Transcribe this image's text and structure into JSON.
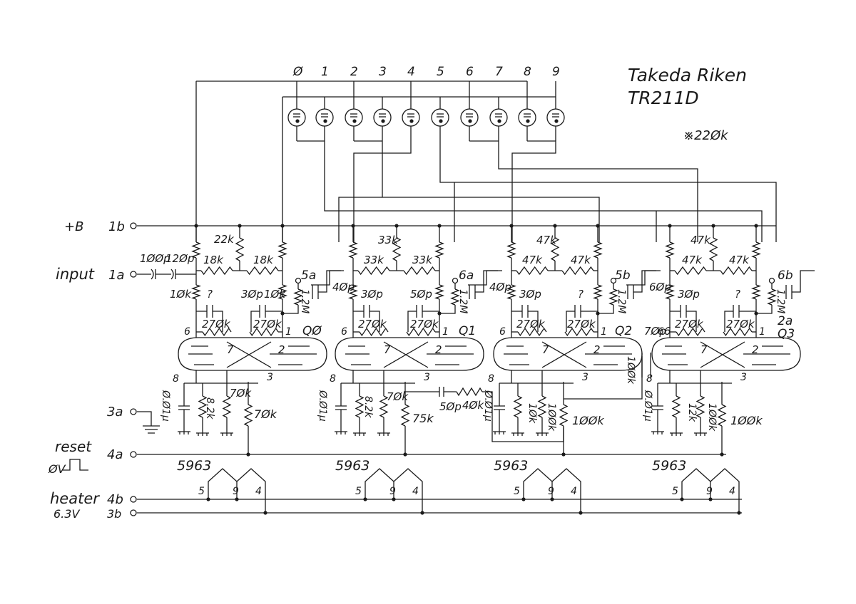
{
  "title": {
    "line1": "Takeda Riken",
    "line2": "TR211D"
  },
  "note": "※22Øk",
  "digits": [
    "Ø",
    "1",
    "2",
    "3",
    "4",
    "5",
    "6",
    "7",
    "8",
    "9"
  ],
  "terminals": {
    "plusB_label": "+B",
    "plusB_pin": "1b",
    "input_label": "input",
    "input_pin": "1a",
    "gnd_pin": "3a",
    "reset_label": "reset",
    "reset_pulse": "ØV",
    "reset_pin": "4a",
    "heater_label": "heater",
    "heater_voltage": "6.3V",
    "heater_pin_a": "4b",
    "heater_pin_b": "3b"
  },
  "input_caps": [
    "1ØØp",
    "12Øp"
  ],
  "stages": [
    {
      "q": "QØ",
      "out": "5a",
      "coupling": "4Øp",
      "top": [
        "22k",
        "18k",
        "18k"
      ],
      "left": "1Øk",
      "mid": "1Øk",
      "caps": [
        "?",
        "3Øp"
      ],
      "plates": [
        "27Øk",
        "27Øk"
      ],
      "grid": "1.2M",
      "bottom": [
        "Ø.Ø1μ",
        "8.2k",
        "7Øk",
        "7Øk"
      ]
    },
    {
      "q": "Q1",
      "out": "6a",
      "coupling": "4Øp",
      "top": [
        "33k",
        "33k",
        "33k"
      ],
      "caps": [
        "3Øp",
        "5Øp"
      ],
      "plates": [
        "27Øk",
        "27Øk"
      ],
      "grid": "1.2M",
      "bottom": [
        "Ø.Ø1μ",
        "8.2k",
        "7Øk",
        "75k"
      ],
      "link": [
        "5Øp",
        "4Øk",
        "Ø.Ø1μ"
      ]
    },
    {
      "q": "Q2",
      "out": "5b",
      "coupling": "6Øp",
      "top": [
        "47k",
        "47k",
        "47k"
      ],
      "caps": [
        "3Øp",
        "?"
      ],
      "plates": [
        "27Øk",
        "27Øk"
      ],
      "grid": "1.2M",
      "bottom": [
        "1Øk",
        "1ØØk",
        "1ØØk"
      ],
      "feedback": "1ØØk",
      "extra_cap": "7Øp"
    },
    {
      "q": "Q3",
      "out": "6b",
      "alt_out": "2a",
      "top": [
        "47k",
        "47k",
        "47k"
      ],
      "caps": [
        "6",
        "3Øp",
        "?"
      ],
      "plates": [
        "27Øk",
        "27Øk"
      ],
      "grid": "1.2M",
      "bottom": [
        "Ø.Ø1μ",
        "12k",
        "1ØØk",
        "1ØØk"
      ]
    }
  ],
  "tube": {
    "type": "5963",
    "pins": [
      "6",
      "7",
      "2",
      "1",
      "8",
      "3"
    ],
    "heater_pins": [
      "5",
      "9",
      "4"
    ]
  }
}
